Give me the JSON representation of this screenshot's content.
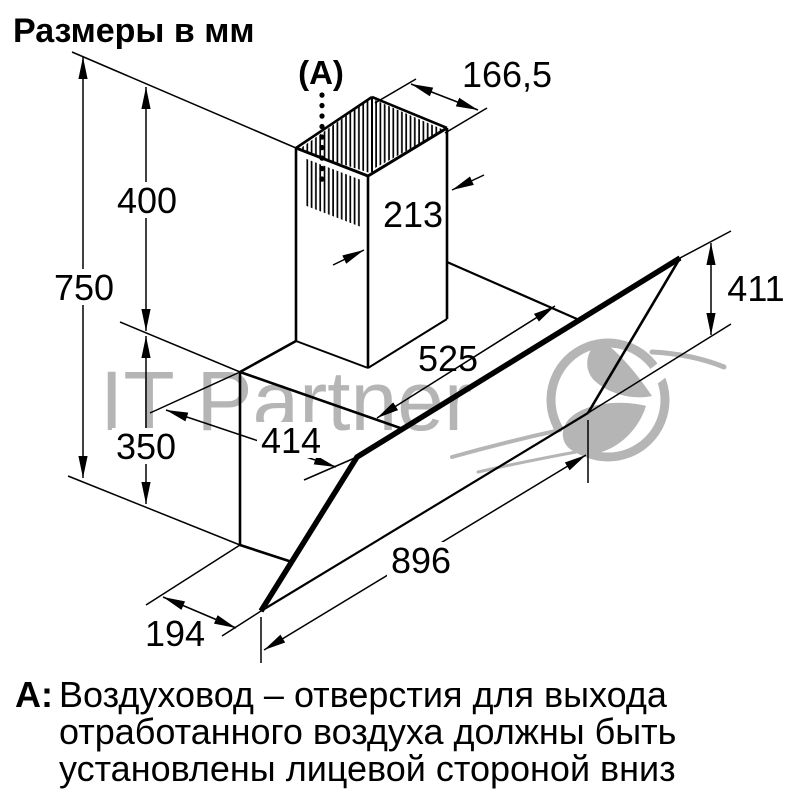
{
  "title": "Размеры в мм",
  "callout": {
    "label": "(A)"
  },
  "dimensions": {
    "total_height": "750",
    "duct_height": "400",
    "body_height": "350",
    "duct_depth": "166,5",
    "duct_width": "213",
    "body_width": "525",
    "top_depth": "414",
    "panel_height": "411",
    "panel_width": "896",
    "tip_offset": "194"
  },
  "watermark": {
    "text": "IT Partner"
  },
  "note": {
    "prefix": "A:",
    "lines": [
      "Воздуховод – отверстия для выхода",
      "отработанного воздуха должны быть",
      "установлены лицевой стороной вниз"
    ]
  },
  "colors": {
    "line": "#000000",
    "watermark": "#a6a6a6",
    "background": "#ffffff"
  }
}
